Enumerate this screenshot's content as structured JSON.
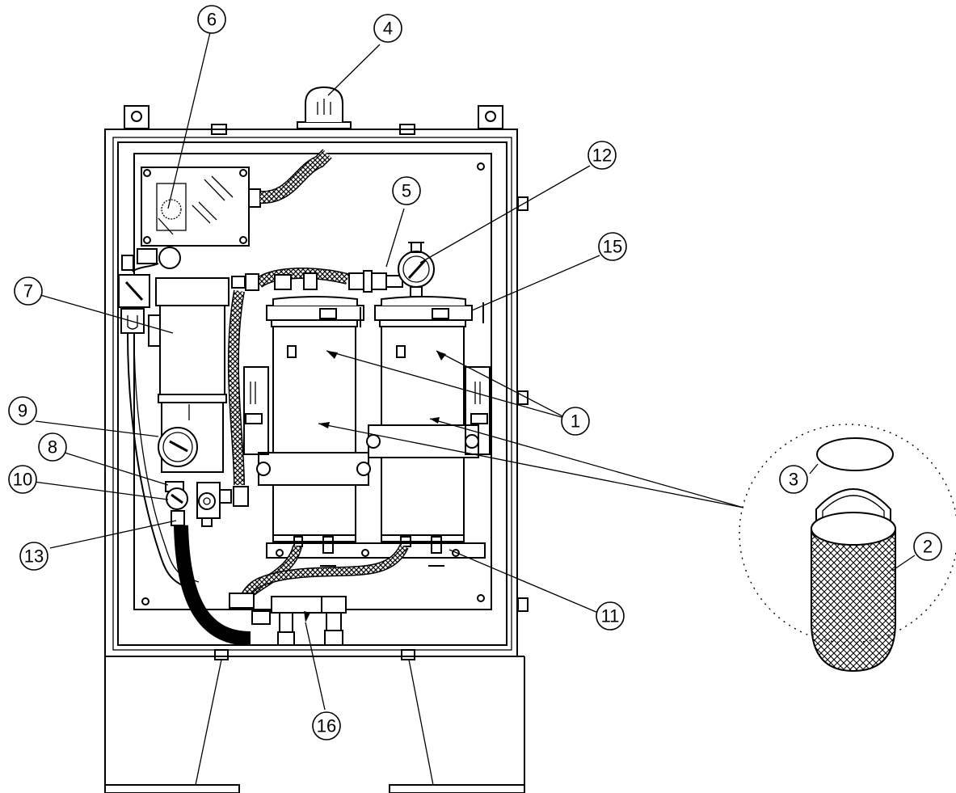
{
  "callouts": [
    {
      "id": "c1",
      "label": "1"
    },
    {
      "id": "c2",
      "label": "2"
    },
    {
      "id": "c3",
      "label": "3"
    },
    {
      "id": "c4",
      "label": "4"
    },
    {
      "id": "c5",
      "label": "5"
    },
    {
      "id": "c6",
      "label": "6"
    },
    {
      "id": "c7",
      "label": "7"
    },
    {
      "id": "c8",
      "label": "8"
    },
    {
      "id": "c9",
      "label": "9"
    },
    {
      "id": "c10",
      "label": "10"
    },
    {
      "id": "c11",
      "label": "11"
    },
    {
      "id": "c12",
      "label": "12"
    },
    {
      "id": "c13",
      "label": "13"
    },
    {
      "id": "c15",
      "label": "15"
    },
    {
      "id": "c16",
      "label": "16"
    }
  ]
}
